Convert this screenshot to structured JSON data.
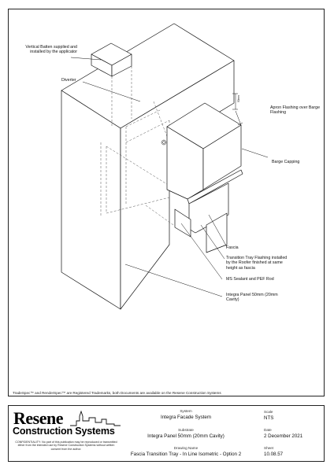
{
  "annotations": {
    "vertical_batten": "Vertical Batten supplied and installed by the applicator",
    "diverter": "Diverter",
    "apron_flashing": "Apron Flashing over Barge Flashing",
    "barge_capping": "Barge Capping",
    "fascia": "Fascia",
    "transition_tray": "Transition Tray Flashing installed by the Roofer finished at same height as fascia",
    "ms_sealant": "MS Sealant and PEF Rod",
    "integra_panel": "Integra Panel 50mm (20mm Cavity)",
    "dimension": "50mm"
  },
  "trademark_note": "TradeSpec™ and RenderSpec™ are Registered Trademarks, both Documents are available on the Resene Construction Systems",
  "title_block": {
    "brand_name": "Resene",
    "brand_sub": "Construction Systems",
    "confidentiality": "CONFIDENTIALITY: No part of this publication may be reproduced or transmitted either from the intended use by Resene Construction Systems without written consent from the author.",
    "system_label": "System",
    "system_value": "Integra Facade System",
    "substrate_label": "Substrate",
    "substrate_value": "Integra Panel 50mm (20mm Cavity)",
    "drawing_name_label": "Drawing Name",
    "drawing_name_value": "Fascia Transition Tray - In Line Isometric - Option 2",
    "scale_label": "Scale",
    "scale_value": "NTS",
    "date_label": "Date",
    "date_value": "2 December 2021",
    "sheet_label": "Sheet",
    "sheet_value": "10.08.57"
  }
}
